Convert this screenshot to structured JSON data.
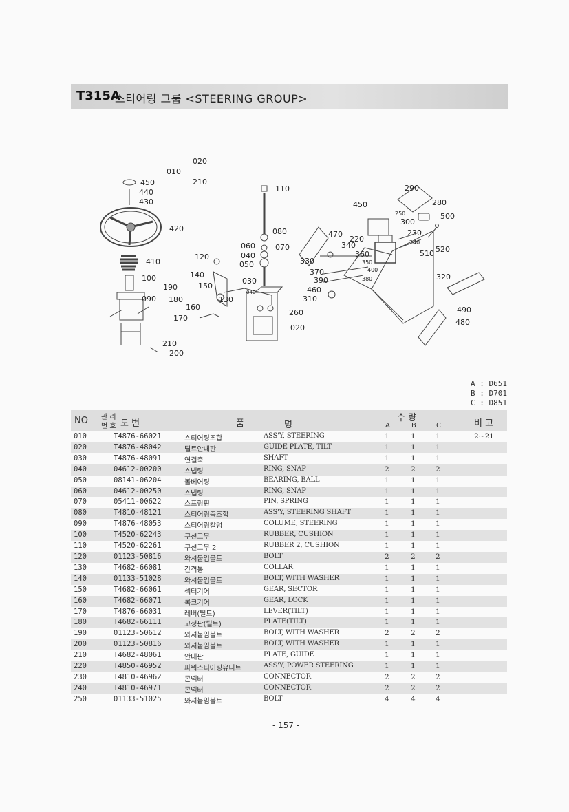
{
  "header": {
    "code": "T315A",
    "title": "스티어링 그룹 <STEERING GROUP>"
  },
  "diagram_labels": [
    {
      "id": "020a",
      "text": "020"
    },
    {
      "id": "010",
      "text": "010"
    },
    {
      "id": "210a",
      "text": "210"
    },
    {
      "id": "450a",
      "text": "450"
    },
    {
      "id": "440",
      "text": "440"
    },
    {
      "id": "430",
      "text": "430"
    },
    {
      "id": "420",
      "text": "420"
    },
    {
      "id": "410",
      "text": "410"
    },
    {
      "id": "100",
      "text": "100"
    },
    {
      "id": "090",
      "text": "090"
    },
    {
      "id": "210b",
      "text": "210"
    },
    {
      "id": "200",
      "text": "200"
    },
    {
      "id": "110",
      "text": "110"
    },
    {
      "id": "080",
      "text": "080"
    },
    {
      "id": "060",
      "text": "060"
    },
    {
      "id": "070",
      "text": "070"
    },
    {
      "id": "040a",
      "text": "040"
    },
    {
      "id": "050",
      "text": "050"
    },
    {
      "id": "030",
      "text": "030"
    },
    {
      "id": "040b",
      "text": "040"
    },
    {
      "id": "120",
      "text": "120"
    },
    {
      "id": "140",
      "text": "140"
    },
    {
      "id": "150",
      "text": "150"
    },
    {
      "id": "190",
      "text": "190"
    },
    {
      "id": "180",
      "text": "180"
    },
    {
      "id": "130",
      "text": "130"
    },
    {
      "id": "160",
      "text": "160"
    },
    {
      "id": "170",
      "text": "170"
    },
    {
      "id": "260",
      "text": "260"
    },
    {
      "id": "020b",
      "text": "020"
    },
    {
      "id": "290",
      "text": "290"
    },
    {
      "id": "450b",
      "text": "450"
    },
    {
      "id": "280",
      "text": "280"
    },
    {
      "id": "250",
      "text": "250"
    },
    {
      "id": "300",
      "text": "300"
    },
    {
      "id": "500",
      "text": "500"
    },
    {
      "id": "470",
      "text": "470"
    },
    {
      "id": "230",
      "text": "230"
    },
    {
      "id": "220",
      "text": "220"
    },
    {
      "id": "240",
      "text": "240"
    },
    {
      "id": "340",
      "text": "340"
    },
    {
      "id": "360",
      "text": "360"
    },
    {
      "id": "520",
      "text": "520"
    },
    {
      "id": "510",
      "text": "510"
    },
    {
      "id": "330",
      "text": "330"
    },
    {
      "id": "350",
      "text": "350"
    },
    {
      "id": "400",
      "text": "400"
    },
    {
      "id": "370",
      "text": "370"
    },
    {
      "id": "380",
      "text": "380"
    },
    {
      "id": "390",
      "text": "390"
    },
    {
      "id": "320",
      "text": "320"
    },
    {
      "id": "460",
      "text": "460"
    },
    {
      "id": "310",
      "text": "310"
    },
    {
      "id": "490",
      "text": "490"
    },
    {
      "id": "480",
      "text": "480"
    }
  ],
  "models": [
    "A : D651",
    "B : D701",
    "C : D851"
  ],
  "table": {
    "headers": {
      "no": "NO",
      "mgmt_top": "관 리",
      "mgmt_bottom": "번 호",
      "drawing": "도    번",
      "name_1": "품",
      "name_2": "명",
      "qty": "수    량",
      "qa": "A",
      "qb": "B",
      "qc": "C",
      "remark": "비 고"
    },
    "rows": [
      {
        "no": "010",
        "pn": "T4876-66021",
        "kr": "스티어링조합",
        "en": "ASS'Y, STEERING",
        "a": "1",
        "b": "1",
        "c": "1",
        "rm": "2~21"
      },
      {
        "no": "020",
        "pn": "T4876-48042",
        "kr": "틸트안내판",
        "en": "GUIDE PLATE, TILT",
        "a": "1",
        "b": "1",
        "c": "1",
        "rm": ""
      },
      {
        "no": "030",
        "pn": "T4876-48091",
        "kr": "연결축",
        "en": "SHAFT",
        "a": "1",
        "b": "1",
        "c": "1",
        "rm": ""
      },
      {
        "no": "040",
        "pn": "04612-00200",
        "kr": "스냅링",
        "en": "RING, SNAP",
        "a": "2",
        "b": "2",
        "c": "2",
        "rm": ""
      },
      {
        "no": "050",
        "pn": "08141-06204",
        "kr": "볼베어링",
        "en": "BEARING, BALL",
        "a": "1",
        "b": "1",
        "c": "1",
        "rm": ""
      },
      {
        "no": "060",
        "pn": "04612-00250",
        "kr": "스냅링",
        "en": "RING, SNAP",
        "a": "1",
        "b": "1",
        "c": "1",
        "rm": ""
      },
      {
        "no": "070",
        "pn": "05411-00622",
        "kr": "스프링핀",
        "en": "PIN, SPRING",
        "a": "1",
        "b": "1",
        "c": "1",
        "rm": ""
      },
      {
        "no": "080",
        "pn": "T4810-48121",
        "kr": "스티어링축조합",
        "en": "ASS'Y, STEERING SHAFT",
        "a": "1",
        "b": "1",
        "c": "1",
        "rm": ""
      },
      {
        "no": "090",
        "pn": "T4876-48053",
        "kr": "스티어링칼럼",
        "en": "COLUME, STEERING",
        "a": "1",
        "b": "1",
        "c": "1",
        "rm": ""
      },
      {
        "no": "100",
        "pn": "T4520-62243",
        "kr": "쿠션고무",
        "en": "RUBBER, CUSHION",
        "a": "1",
        "b": "1",
        "c": "1",
        "rm": ""
      },
      {
        "no": "110",
        "pn": "T4520-62261",
        "kr": "쿠션고무 2",
        "en": "RUBBER 2, CUSHION",
        "a": "1",
        "b": "1",
        "c": "1",
        "rm": ""
      },
      {
        "no": "120",
        "pn": "01123-50816",
        "kr": "와셔붙임볼트",
        "en": "BOLT",
        "a": "2",
        "b": "2",
        "c": "2",
        "rm": ""
      },
      {
        "no": "130",
        "pn": "T4682-66081",
        "kr": "간격통",
        "en": "COLLAR",
        "a": "1",
        "b": "1",
        "c": "1",
        "rm": ""
      },
      {
        "no": "140",
        "pn": "01133-51028",
        "kr": "와셔붙임볼트",
        "en": "BOLT, WITH WASHER",
        "a": "1",
        "b": "1",
        "c": "1",
        "rm": ""
      },
      {
        "no": "150",
        "pn": "T4682-66061",
        "kr": "섹터기어",
        "en": "GEAR, SECTOR",
        "a": "1",
        "b": "1",
        "c": "1",
        "rm": ""
      },
      {
        "no": "160",
        "pn": "T4682-66071",
        "kr": "록크기어",
        "en": "GEAR, LOCK",
        "a": "1",
        "b": "1",
        "c": "1",
        "rm": ""
      },
      {
        "no": "170",
        "pn": "T4876-66031",
        "kr": "레버(틸트)",
        "en": "LEVER(TILT)",
        "a": "1",
        "b": "1",
        "c": "1",
        "rm": ""
      },
      {
        "no": "180",
        "pn": "T4682-66111",
        "kr": "고정판(틸트)",
        "en": "PLATE(TILT)",
        "a": "1",
        "b": "1",
        "c": "1",
        "rm": ""
      },
      {
        "no": "190",
        "pn": "01123-50612",
        "kr": "와셔붙임볼트",
        "en": "BOLT, WITH WASHER",
        "a": "2",
        "b": "2",
        "c": "2",
        "rm": ""
      },
      {
        "no": "200",
        "pn": "01123-50816",
        "kr": "와셔붙임볼트",
        "en": "BOLT, WITH WASHER",
        "a": "1",
        "b": "1",
        "c": "1",
        "rm": ""
      },
      {
        "no": "210",
        "pn": "T4682-48061",
        "kr": "안내판",
        "en": "PLATE, GUIDE",
        "a": "1",
        "b": "1",
        "c": "1",
        "rm": ""
      },
      {
        "no": "220",
        "pn": "T4850-46952",
        "kr": "파워스티어링유니트",
        "en": "ASS'Y, POWER STEERING",
        "a": "1",
        "b": "1",
        "c": "1",
        "rm": ""
      },
      {
        "no": "230",
        "pn": "T4810-46962",
        "kr": "콘넥터",
        "en": "CONNECTOR",
        "a": "2",
        "b": "2",
        "c": "2",
        "rm": ""
      },
      {
        "no": "240",
        "pn": "T4810-46971",
        "kr": "콘넥터",
        "en": "CONNECTOR",
        "a": "2",
        "b": "2",
        "c": "2",
        "rm": ""
      },
      {
        "no": "250",
        "pn": "01133-51025",
        "kr": "와셔붙임볼트",
        "en": "BOLT",
        "a": "4",
        "b": "4",
        "c": "4",
        "rm": ""
      }
    ]
  },
  "footer": {
    "page": "- 157 -"
  }
}
